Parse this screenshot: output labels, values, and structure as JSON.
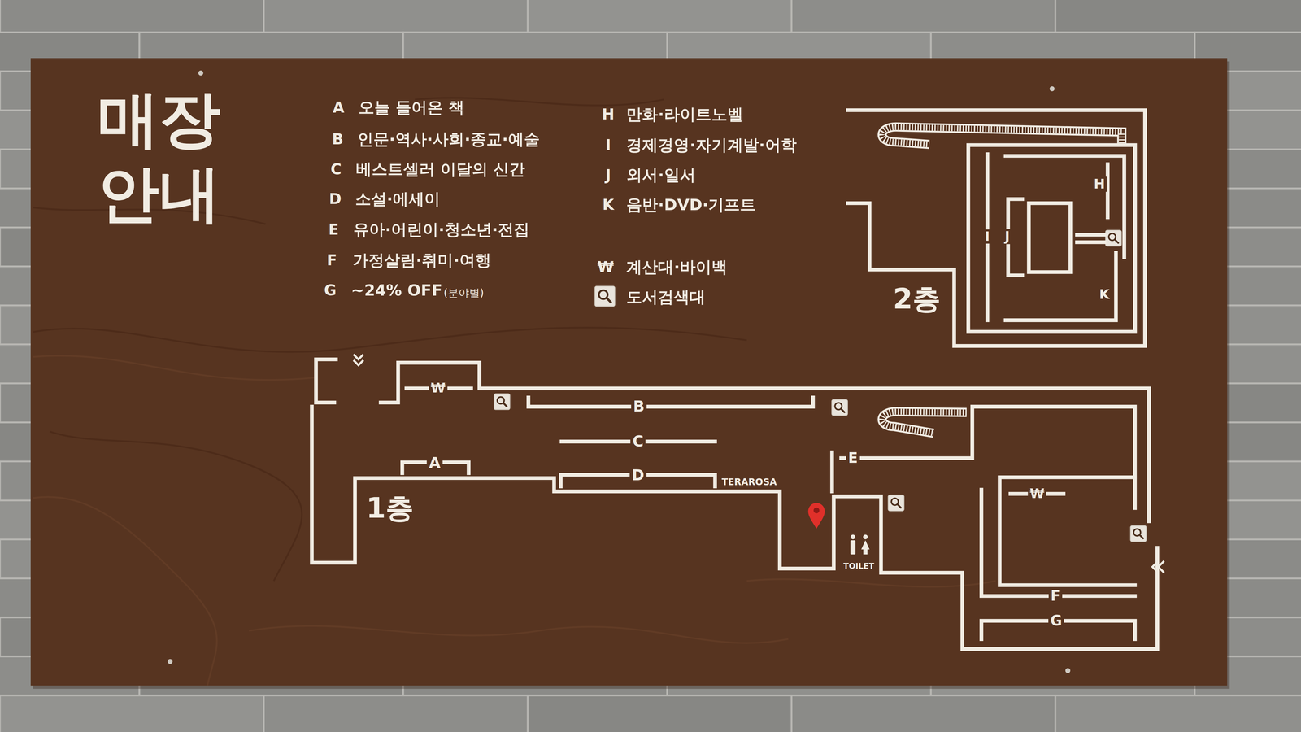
{
  "diagram": {
    "title": "매장 안내",
    "nodes": [
      {
        "text": [
          "2층"
        ]
      },
      {
        "text": [
          "1층"
        ]
      }
    ],
    "labels": [
      "A",
      "오늘 들어온 책",
      "B",
      "인문·역사·사회·종교·예술",
      "C",
      "베스트셀러 이달의 신간",
      "D",
      "소설·에세이",
      "E",
      "유아·어린이·청소년·전집",
      "F",
      "가정살림·취미·여행",
      "G",
      "~24% OFF",
      "(분야별)",
      "H",
      "만화·라이트노벨",
      "I",
      "경제경영·자기계발·어학",
      "J",
      "외서·일서",
      "K",
      "음반·DVD·기프트",
      "₩",
      "계산대·바이백",
      "도서검색대",
      "H",
      "I",
      "J",
      "K",
      "₩",
      "B",
      "C",
      "A",
      "D",
      "TERAROSA",
      "E",
      "₩",
      "TOILET",
      "F",
      "G"
    ]
  }
}
